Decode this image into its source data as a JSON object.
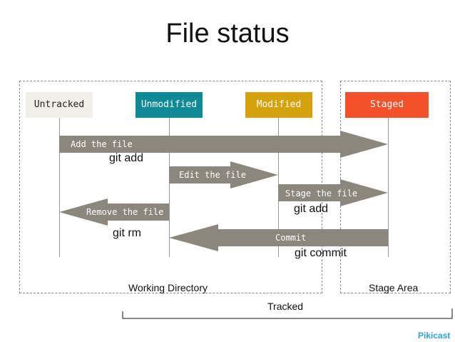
{
  "title": "File status",
  "states": {
    "untracked": "Untracked",
    "unmodified": "Unmodified",
    "modified": "Modified",
    "staged": "Staged"
  },
  "arrows": {
    "add_the_file": "Add the file",
    "edit_the_file": "Edit the file",
    "stage_the_file": "Stage the file",
    "remove_the_file": "Remove the file",
    "commit": "Commit"
  },
  "commands": {
    "git_add_1": "git add",
    "git_add_2": "git add",
    "git_rm": "git rm",
    "git_commit": "git commit"
  },
  "regions": {
    "working_directory": "Working Directory",
    "stage_area": "Stage Area",
    "tracked": "Tracked"
  },
  "brand": "Pikicast",
  "colors": {
    "untracked": "#f1efea",
    "unmodified": "#0e8a97",
    "modified": "#d5a10c",
    "staged": "#f2512a",
    "arrow": "#8c877d",
    "brand": "#2fa3d8"
  }
}
